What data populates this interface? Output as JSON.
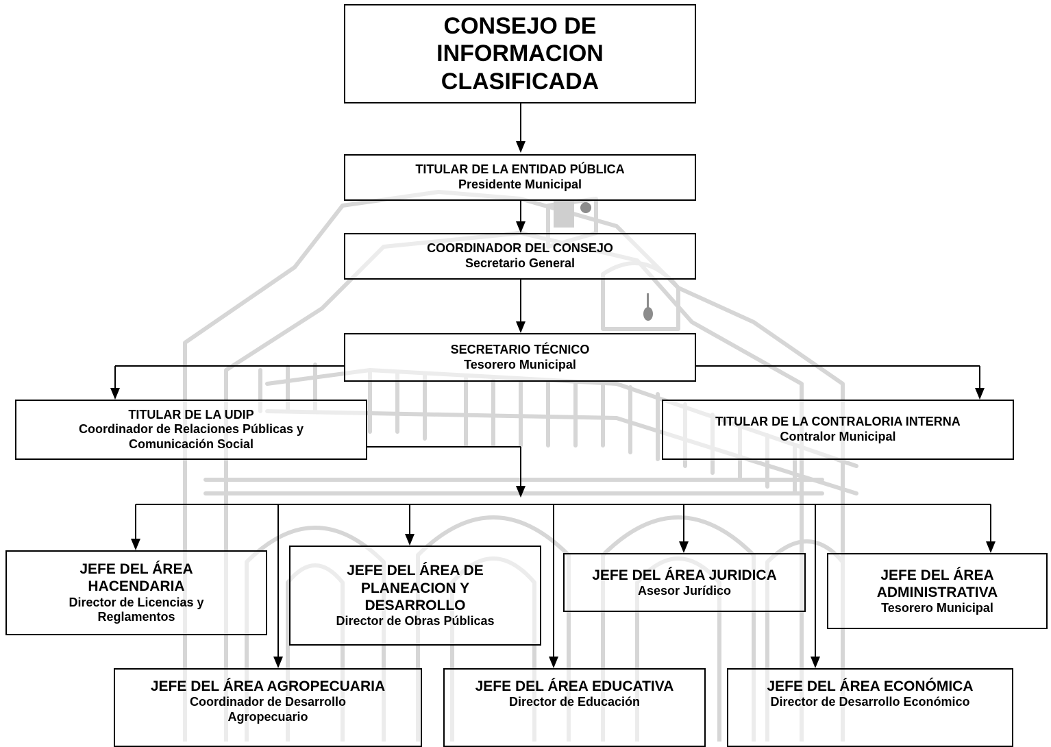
{
  "council": {
    "title": [
      "CONSEJO DE",
      "INFORMACION",
      "CLASIFICADA"
    ]
  },
  "nodes": {
    "titular_entidad": {
      "role": "TITULAR DE LA ENTIDAD PÚBLICA",
      "holder": "Presidente Municipal"
    },
    "coordinador": {
      "role": "COORDINADOR DEL CONSEJO",
      "holder": "Secretario General"
    },
    "secretario_tecnico": {
      "role": "SECRETARIO TÉCNICO",
      "holder": "Tesorero Municipal"
    },
    "udip": {
      "role": "TITULAR DE LA UDIP",
      "holder_1": "Coordinador de Relaciones Públicas y",
      "holder_2": "Comunicación Social"
    },
    "contraloria": {
      "role": "TITULAR DE LA CONTRALORIA INTERNA",
      "holder": "Contralor Municipal"
    },
    "hacendaria": {
      "role_1": "JEFE DEL ÁREA",
      "role_2": "HACENDARIA",
      "holder_1": "Director de Licencias y",
      "holder_2": "Reglamentos"
    },
    "planeacion": {
      "role_1": "JEFE DEL ÁREA DE",
      "role_2": "PLANEACION Y",
      "role_3": "DESARROLLO",
      "holder": "Director de Obras Públicas"
    },
    "juridica": {
      "role": "JEFE DEL ÁREA JURIDICA",
      "holder": "Asesor Jurídico"
    },
    "administrativa": {
      "role_1": "JEFE DEL ÁREA",
      "role_2": "ADMINISTRATIVA",
      "holder": "Tesorero Municipal"
    },
    "agropecuaria": {
      "role": "JEFE DEL ÁREA AGROPECUARIA",
      "holder_1": "Coordinador de Desarrollo",
      "holder_2": "Agropecuario"
    },
    "educativa": {
      "role": "JEFE DEL ÁREA EDUCATIVA",
      "holder": "Director de Educación"
    },
    "economica": {
      "role": "JEFE DEL ÁREA ECONÓMICA",
      "holder": "Director de Desarrollo Económico"
    }
  },
  "colors": {
    "line": "#000000",
    "box_border": "#000000",
    "watermark": "#d4d4d4"
  },
  "watermark": {
    "icon": "town-hall-building-watermark"
  }
}
